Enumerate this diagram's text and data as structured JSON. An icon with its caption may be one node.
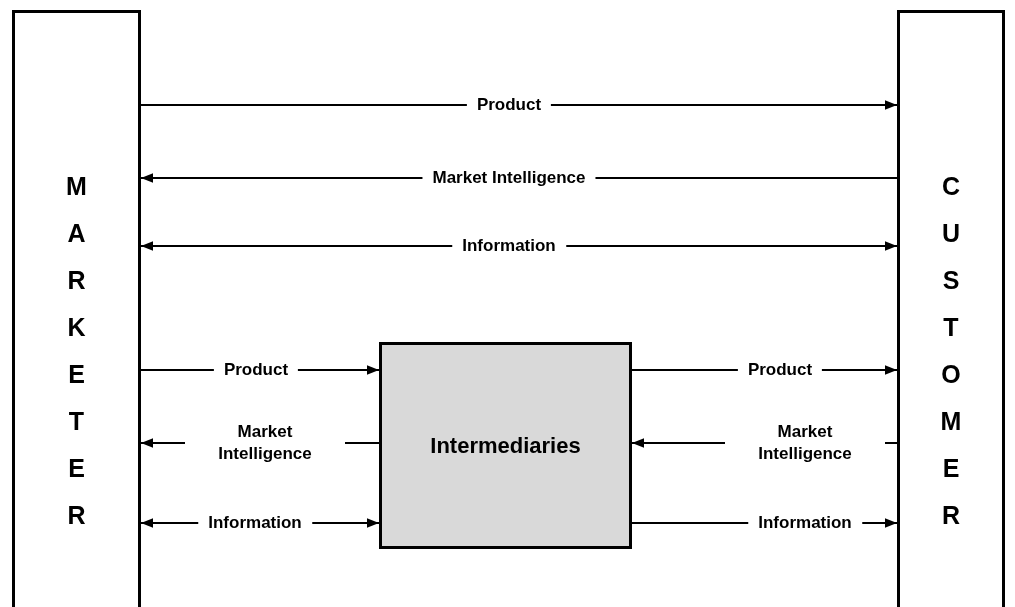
{
  "diagram": {
    "nodes": [
      {
        "text": [
          "MARKETER"
        ]
      },
      {
        "text": [
          "CUSTOMER"
        ]
      },
      {
        "text": [
          "Intermediaries"
        ]
      }
    ],
    "edges": [
      {
        "from": 0,
        "to": 1,
        "arrow": "to",
        "label": "Product"
      },
      {
        "from": 1,
        "to": 0,
        "arrow": "to",
        "label": "Market Intelligence"
      },
      {
        "from": 0,
        "to": 1,
        "arrow": "both",
        "label": "Information"
      },
      {
        "from": 0,
        "to": 2,
        "arrow": "to",
        "label": "Product"
      },
      {
        "from": 2,
        "to": 0,
        "arrow": "to",
        "label": "Market Intelligence"
      },
      {
        "from": 0,
        "to": 2,
        "arrow": "both",
        "label": "Information"
      },
      {
        "from": 2,
        "to": 1,
        "arrow": "to",
        "label": "Product"
      },
      {
        "from": 1,
        "to": 2,
        "arrow": "to",
        "label": "Market Intelligence"
      },
      {
        "from": 2,
        "to": 1,
        "arrow": "to",
        "label": "Information"
      }
    ]
  }
}
